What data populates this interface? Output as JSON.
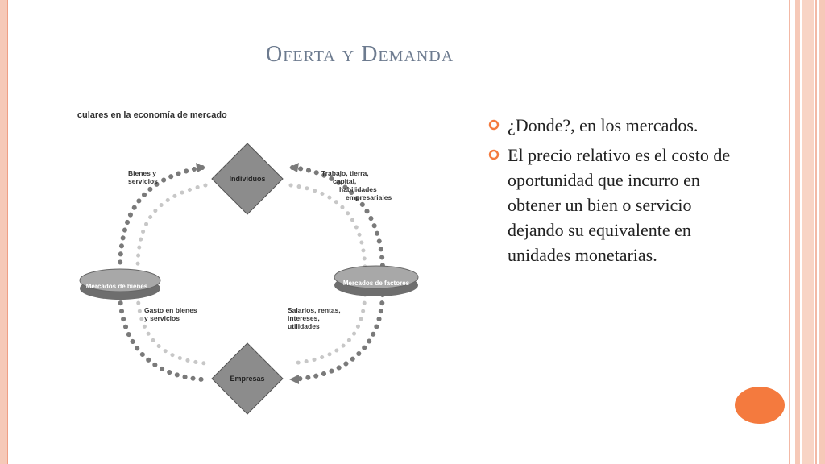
{
  "slide": {
    "title": "Oferta y Demanda",
    "accent_color": "#f47a3e",
    "border_color": "#f6c9b8",
    "title_color": "#6d7b8f"
  },
  "diagram": {
    "heading": "Flujos circulares en la economía de mercado",
    "nodes": {
      "individuos": "Individuos",
      "empresas": "Empresas",
      "mercado_bienes": "Mercados de bienes",
      "mercado_factores": "Mercados de factores"
    },
    "labels": {
      "bienes_servicios": [
        "Bienes y",
        "servicios"
      ],
      "trabajo": [
        "Trabajo, tierra,",
        "capital,",
        "habilidades",
        "empresariales"
      ],
      "gasto": [
        "Gasto en bienes",
        "y servicios"
      ],
      "salarios": [
        "Salarios, rentas,",
        "intereses,",
        "utilidades"
      ]
    }
  },
  "bullets": [
    "¿Donde?, en los mercados.",
    "El precio relativo es el costo de oportunidad que incurro en obtener un bien o servicio dejando su equivalente en unidades monetarias."
  ]
}
